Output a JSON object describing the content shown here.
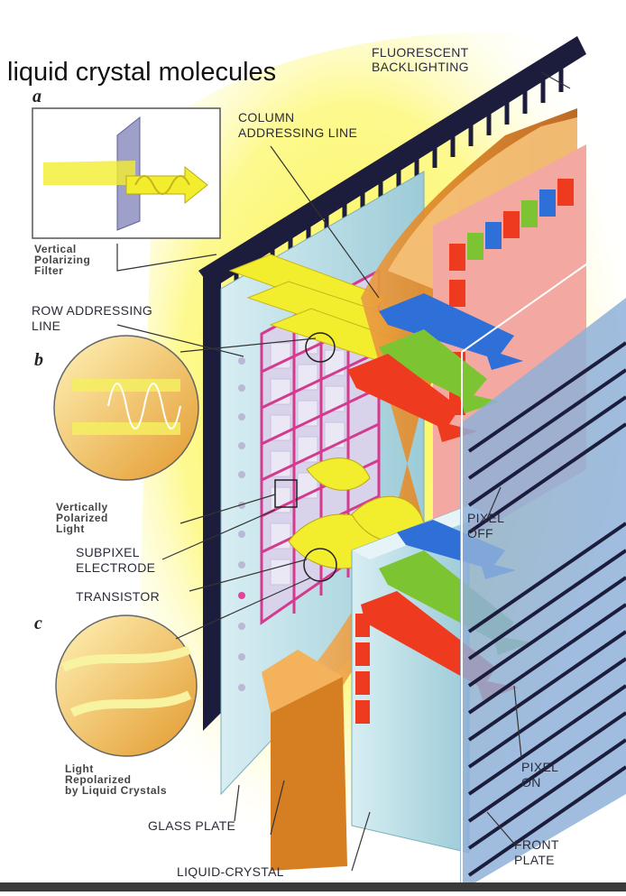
{
  "title": "liquid crystal molecules",
  "panels": {
    "a": "a",
    "b": "b",
    "c": "c"
  },
  "labels": {
    "fluorescent_backlighting": "FLUORESCENT\nBACKLIGHTING",
    "column_addressing_line": "COLUMN\nADDRESSING LINE",
    "vertical_polarizing_filter": "Vertical\nPolarizing\nFilter",
    "row_addressing_line": "ROW ADDRESSING\nLINE",
    "vertically_polarized_light": "Vertically\nPolarized\nLight",
    "subpixel_electrode": "SUBPIXEL\nELECTRODE",
    "transistor": "TRANSISTOR",
    "light_repolarized": "Light\nRepolarized\nby Liquid Crystals",
    "glass_plate": "GLASS PLATE",
    "liquid_crystal_layer": "LIQUID-CRYSTAL",
    "pixel_off": "PIXEL\nOFF",
    "pixel_on": "PIXEL\nON",
    "front_plate": "FRONT\nPLATE"
  },
  "colors": {
    "backlight_glow": "#fdf88a",
    "frame": "#1c1c3c",
    "glass": "#b8dde6",
    "liquid_crystal": "#e48e2c",
    "red": "#ee3a1e",
    "green": "#7cc431",
    "blue": "#2f6fd8",
    "yellow": "#f2ee2e",
    "pink_grid": "#d43b8e"
  }
}
